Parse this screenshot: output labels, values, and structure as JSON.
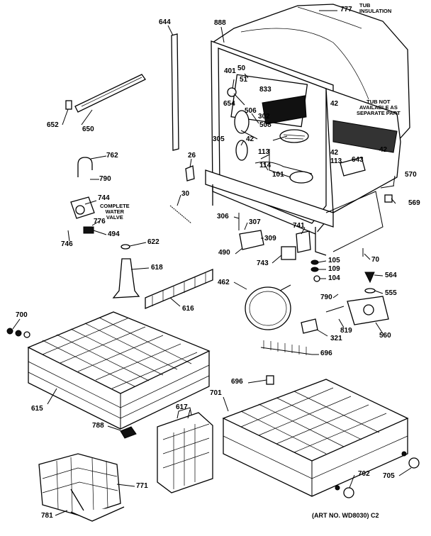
{
  "labels": {
    "p777": "777",
    "p888": "888",
    "p644": "644",
    "p652": "652",
    "p650": "650",
    "p401": "401",
    "p50": "50",
    "p51": "51",
    "p833": "833",
    "p654": "654",
    "p506": "506",
    "p302": "302",
    "p508": "508",
    "p305": "305",
    "p42a": "42",
    "p42b": "42",
    "p42c": "42",
    "p42d": "42",
    "p113a": "113",
    "p113b": "113",
    "p114": "114",
    "p101": "101",
    "p643": "643",
    "p26": "26",
    "p762": "762",
    "p790a": "790",
    "p744": "744",
    "p30": "30",
    "p570": "570",
    "p569": "569",
    "p776": "776",
    "p494": "494",
    "p746": "746",
    "p306": "306",
    "p307": "307",
    "p741": "741",
    "p309": "309",
    "p490": "490",
    "p743": "743",
    "p105": "105",
    "p109": "109",
    "p104": "104",
    "p70": "70",
    "p622": "622",
    "p618": "618",
    "p616": "616",
    "p462": "462",
    "p564": "564",
    "p555": "555",
    "p790b": "790",
    "p819": "819",
    "p321": "321",
    "p560": "560",
    "p700": "700",
    "p696a": "696",
    "p696b": "696",
    "p615": "615",
    "p701": "701",
    "p617": "617",
    "p788": "788",
    "p771": "771",
    "p781": "781",
    "p702": "702",
    "p705": "705"
  },
  "notes": {
    "tub_insulation": "TUB\nINSULATION",
    "tub_not_available": "TUB NOT\nAVAILABLE AS\nSEPARATE PART",
    "complete_water_valve": "COMPLETE\nWATER\nVALVE"
  },
  "caption": "(ART NO. WD8030) C2"
}
